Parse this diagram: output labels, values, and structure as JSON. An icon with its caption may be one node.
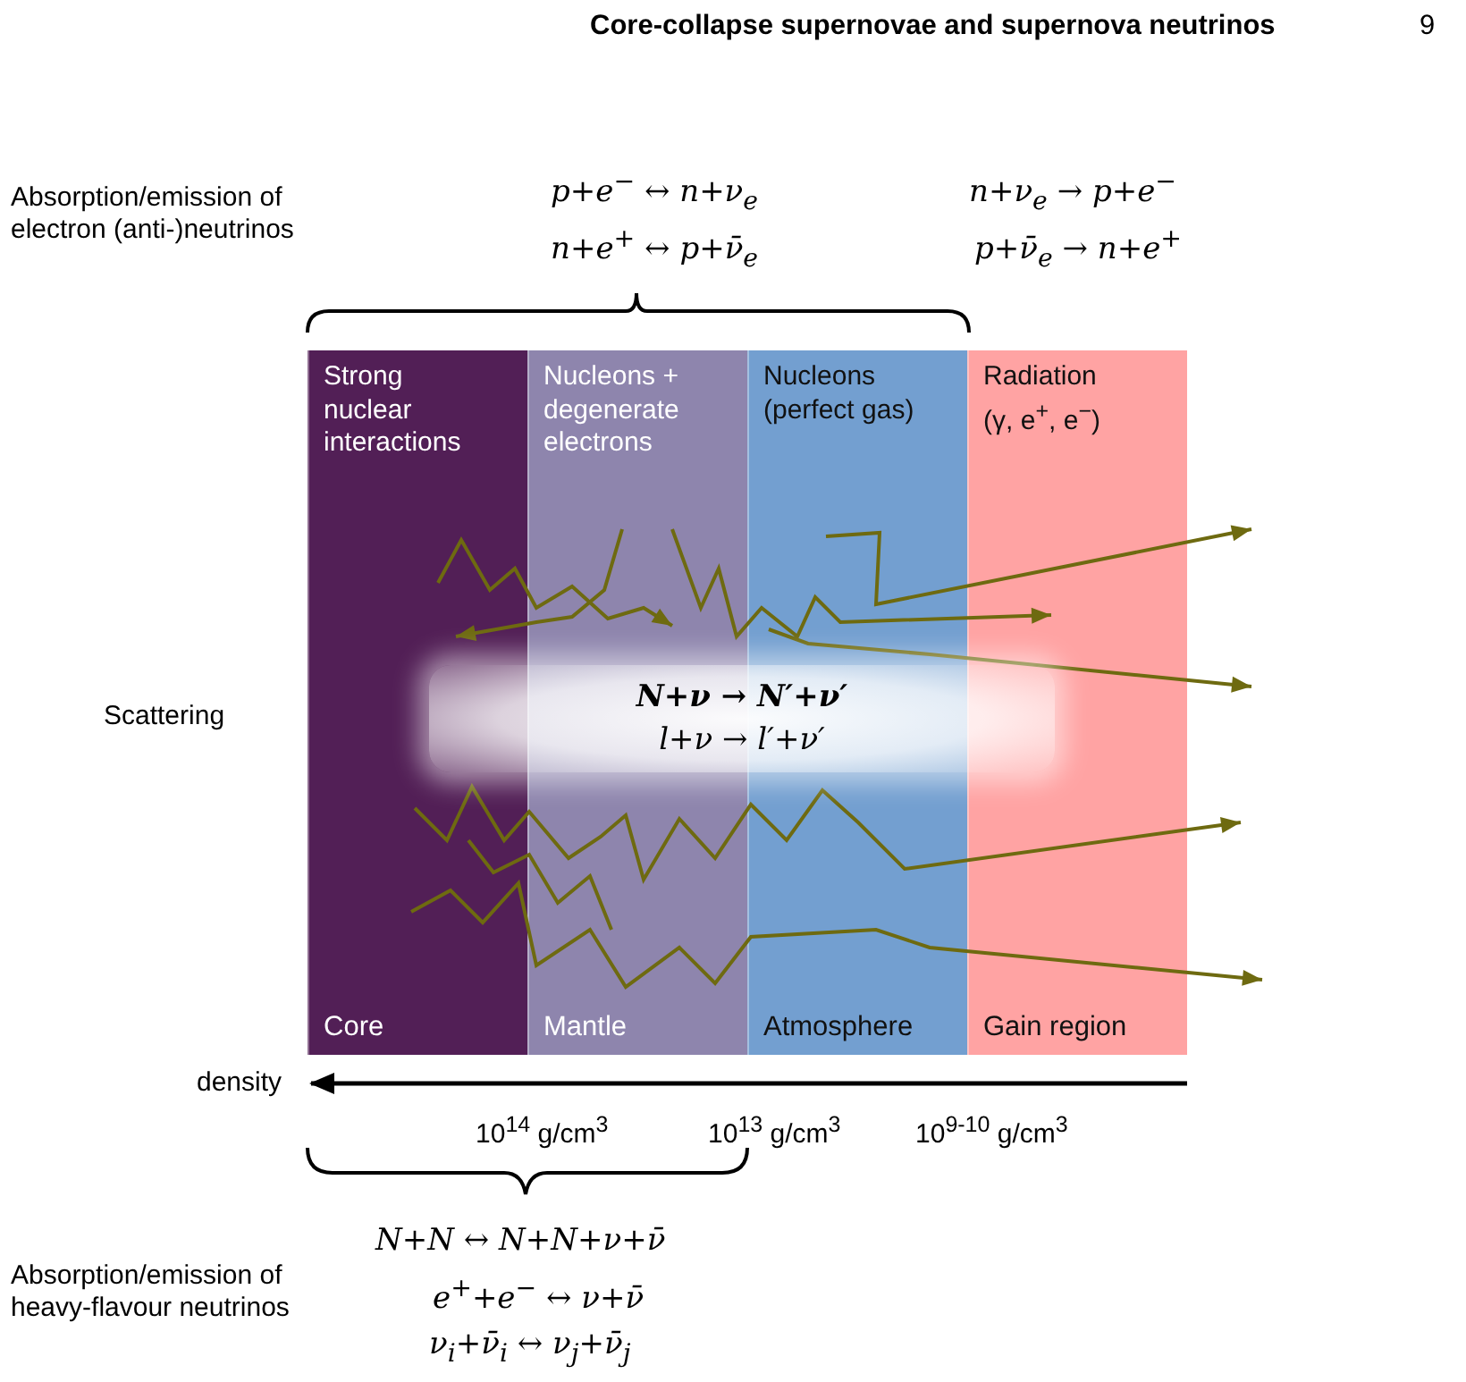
{
  "diagram": {
    "nodes": [
      {
        "text": [
          "Strong nuclear interactions",
          "Core"
        ]
      },
      {
        "text": [
          "Nucleons + degenerate electrons",
          "Mantle"
        ]
      },
      {
        "text": [
          "Nucleons (perfect gas)",
          "Atmosphere"
        ]
      },
      {
        "text": [
          "Radiation (γ, e$^{+}$, e$^{−}$)",
          "Gain region"
        ]
      },
      {
        "text": [
          "N+ν → N′+ν′",
          "l+ν → l′+ν′"
        ]
      }
    ],
    "edges": [],
    "labels": [
      "Core-collapse supernovae and supernova neutrinos",
      "9",
      "Absorption/emission of electron (anti-)neutrinos",
      "p+e$^{−}$ ↔ n+ν$_{e}$",
      "n+ν$_{e}$ → p+e$^{−}$",
      "n+e$^{+}$ ↔ p+ν̄$_{e}$",
      "p+ν̄$_{e}$ → n+e$^{+}$",
      "Scattering",
      "density",
      "10$^{14}$ g/cm$^{3}$",
      "10$^{13}$ g/cm$^{3}$",
      "10$^{9-10}$ g/cm$^{3}$",
      "Absorption/emission of heavy-flavour neutrinos",
      "N+N ↔ N+N+ν+ν̄",
      "e$^{+}$+e$^{−}$ ↔ ν+ν̄",
      "ν$_{i}$+ν̄$_{i}$ ↔ ν$_{j}$+ν̄$_{j}$"
    ]
  }
}
